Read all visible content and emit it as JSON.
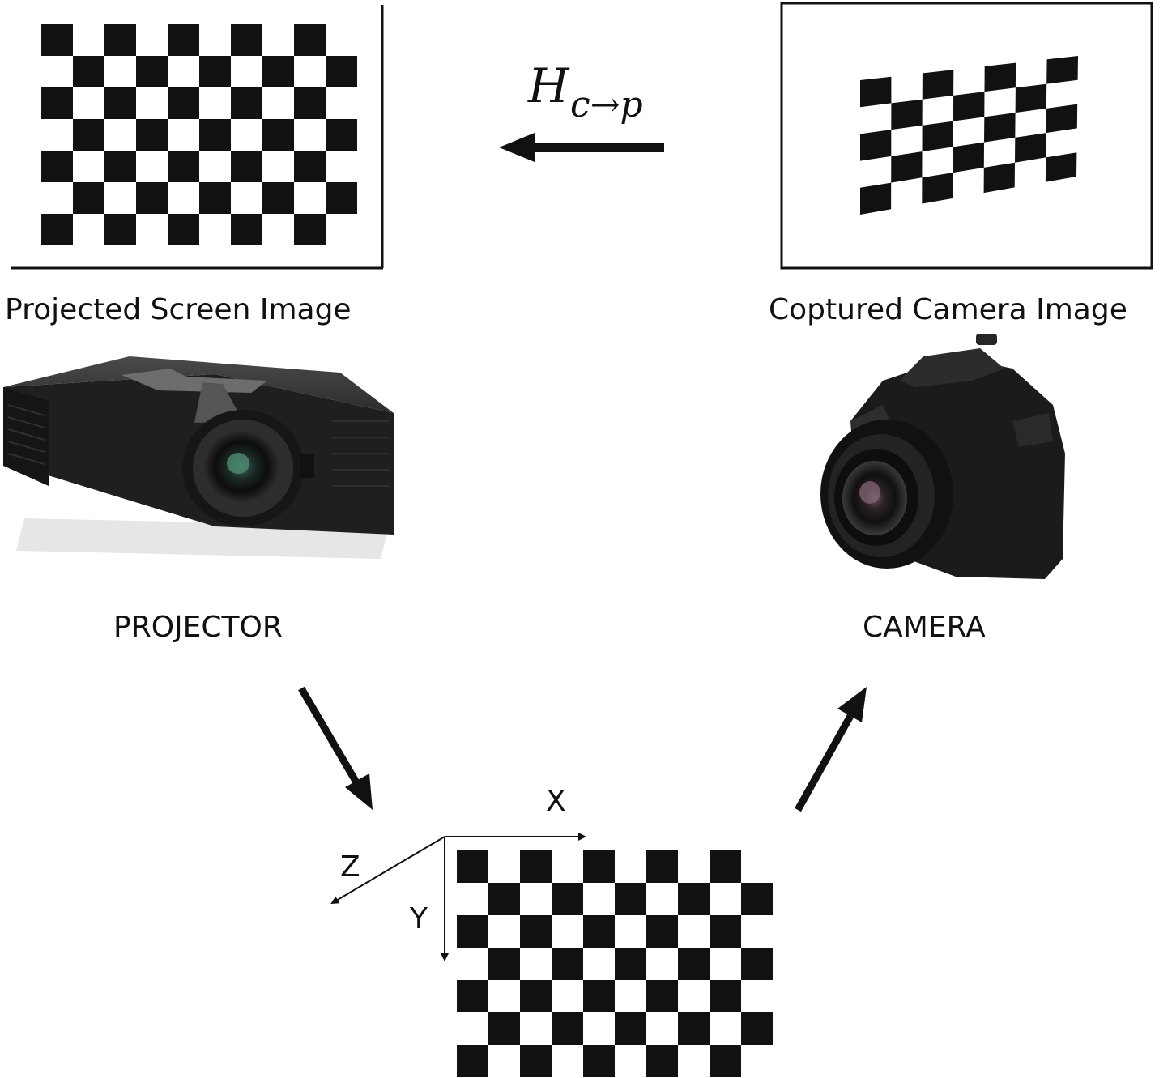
{
  "labels": {
    "projected_screen": "Projected Screen Image",
    "captured_camera": "Coptured Camera Image",
    "projector": "PROJECTOR",
    "camera": "CAMERA",
    "homography_base": "H",
    "homography_sub": "c→p",
    "axis_x": "X",
    "axis_y": "Y",
    "axis_z": "Z"
  },
  "checkerboard": {
    "rows": 7,
    "cols": 10
  },
  "colors": {
    "ink": "#111111",
    "projector_body": "#2a2a2c",
    "camera_body": "#1e1e1f"
  }
}
